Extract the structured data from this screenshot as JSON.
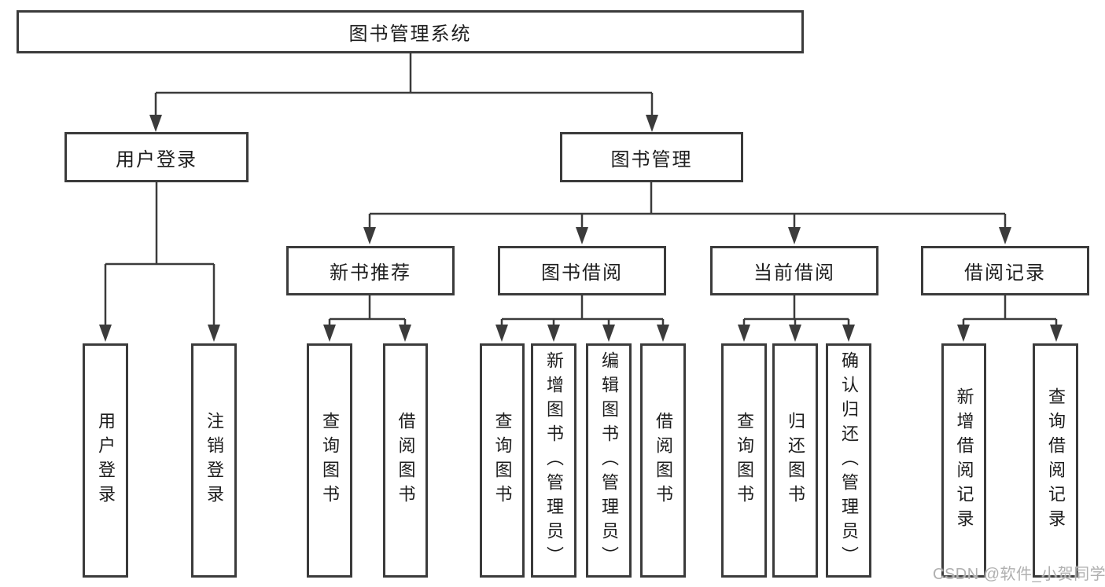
{
  "tree": {
    "root": {
      "label": "图书管理系统",
      "children": [
        {
          "label": "用户登录",
          "children": [
            {
              "label": "用户登录"
            },
            {
              "label": "注销登录"
            }
          ]
        },
        {
          "label": "图书管理",
          "children": [
            {
              "label": "新书推荐",
              "children": [
                {
                  "label": "查询图书"
                },
                {
                  "label": "借阅图书"
                }
              ]
            },
            {
              "label": "图书借阅",
              "children": [
                {
                  "label": "查询图书"
                },
                {
                  "label": "新增图书（管理员）"
                },
                {
                  "label": "编辑图书（管理员）"
                },
                {
                  "label": "借阅图书"
                }
              ]
            },
            {
              "label": "当前借阅",
              "children": [
                {
                  "label": "查询图书"
                },
                {
                  "label": "归还图书"
                },
                {
                  "label": "确认归还（管理员）"
                }
              ]
            },
            {
              "label": "借阅记录",
              "children": [
                {
                  "label": "新增借阅记录"
                },
                {
                  "label": "查询借阅记录"
                }
              ]
            }
          ]
        }
      ]
    }
  },
  "watermark": {
    "text": "CSDN @软件_小贺同学"
  },
  "colors": {
    "line": "#3b3b3b",
    "text": "#1d1d1d",
    "background": "#ffffff",
    "watermark": "#b0b0b0"
  }
}
